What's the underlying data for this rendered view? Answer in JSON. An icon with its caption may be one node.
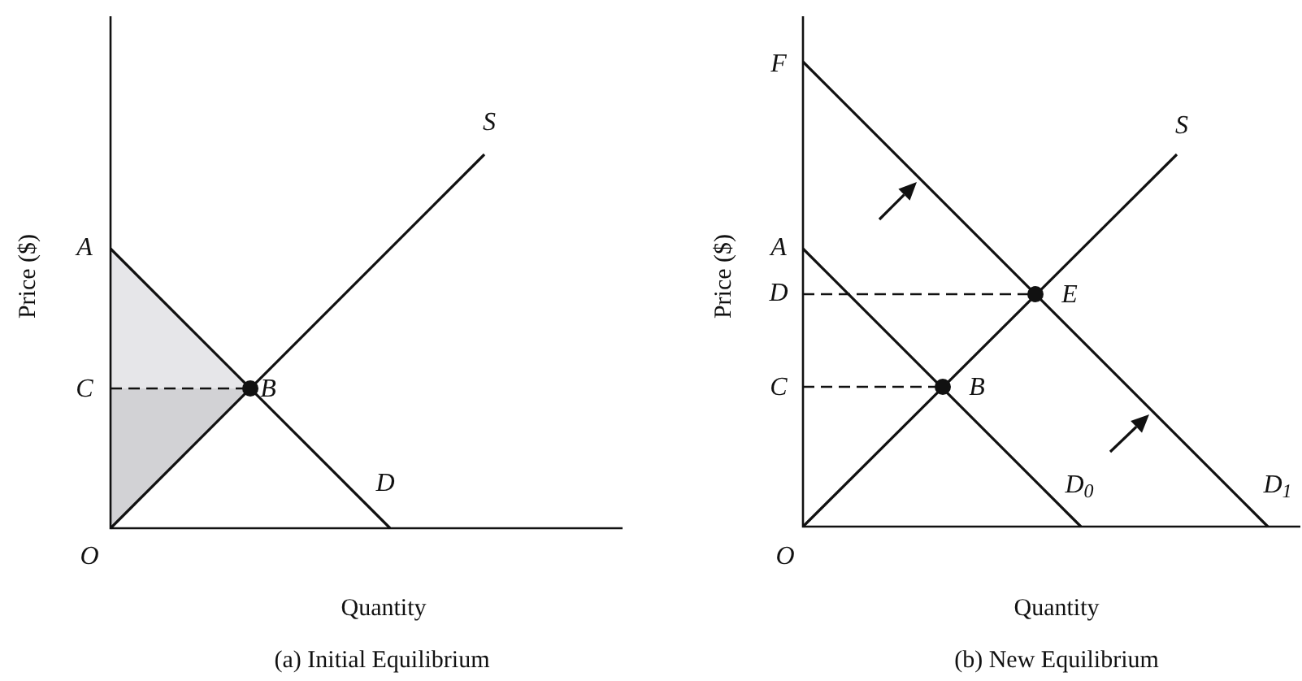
{
  "diagram": {
    "nodes": [
      {
        "text": [],
        "shape": "triangle"
      },
      {
        "text": [],
        "shape": "triangle"
      }
    ],
    "labels": [
      "Price ($)",
      "S",
      "A",
      "C",
      "B",
      "D",
      "O",
      "Quantity",
      "(a) Initial Equilibrium",
      "Price ($)",
      "F",
      "S",
      "A",
      "D",
      "E",
      "C",
      "B",
      "D$_{0}$",
      "D$_{1}$",
      "O",
      "Quantity",
      "(b) New Equilibrium"
    ]
  }
}
